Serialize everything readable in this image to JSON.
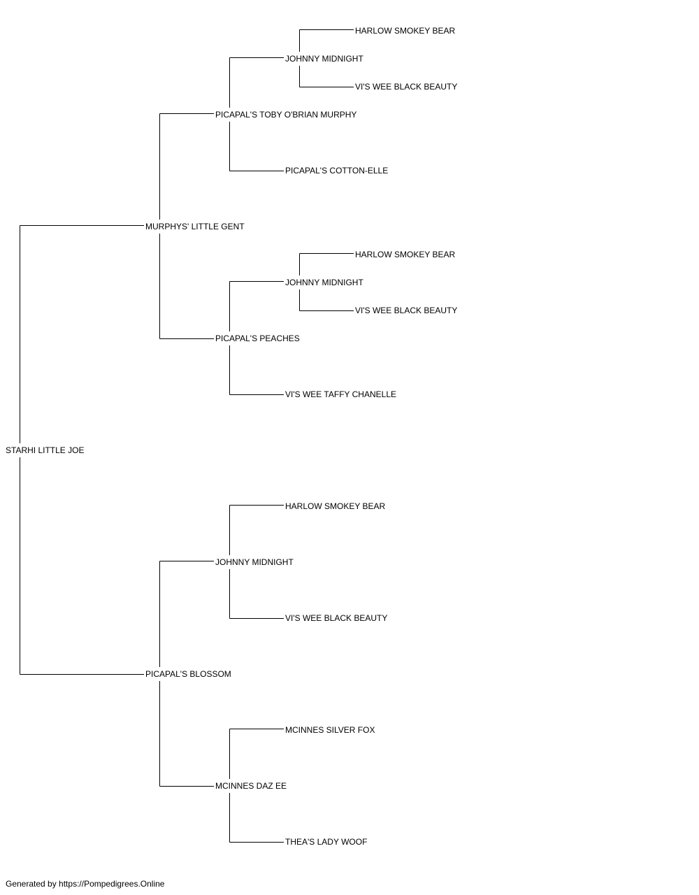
{
  "pedigree": {
    "name": "STARHI LITTLE JOE",
    "sire": {
      "name": "MURPHYS' LITTLE GENT",
      "sire": {
        "name": "PICAPAL'S TOBY O'BRIAN MURPHY",
        "sire": {
          "name": "JOHNNY MIDNIGHT",
          "sire": {
            "name": "HARLOW SMOKEY BEAR"
          },
          "dam": {
            "name": "VI'S WEE BLACK BEAUTY"
          }
        },
        "dam": {
          "name": "PICAPAL'S COTTON-ELLE"
        }
      },
      "dam": {
        "name": "PICAPAL'S PEACHES",
        "sire": {
          "name": "JOHNNY MIDNIGHT",
          "sire": {
            "name": "HARLOW SMOKEY BEAR"
          },
          "dam": {
            "name": "VI'S WEE BLACK BEAUTY"
          }
        },
        "dam": {
          "name": "VI'S WEE TAFFY CHANELLE"
        }
      }
    },
    "dam": {
      "name": "PICAPAL'S BLOSSOM",
      "sire": {
        "name": "JOHNNY MIDNIGHT",
        "sire": {
          "name": "HARLOW SMOKEY BEAR"
        },
        "dam": {
          "name": "VI'S WEE BLACK BEAUTY"
        }
      },
      "dam": {
        "name": "MCINNES DAZ EE",
        "sire": {
          "name": "MCINNES SILVER FOX"
        },
        "dam": {
          "name": "THEA'S LADY WOOF"
        }
      }
    }
  },
  "footer": {
    "text": "Generated by https://Pompedigrees.Online"
  },
  "colors": {
    "line": "#000000",
    "text": "#000000",
    "background": "#ffffff"
  }
}
